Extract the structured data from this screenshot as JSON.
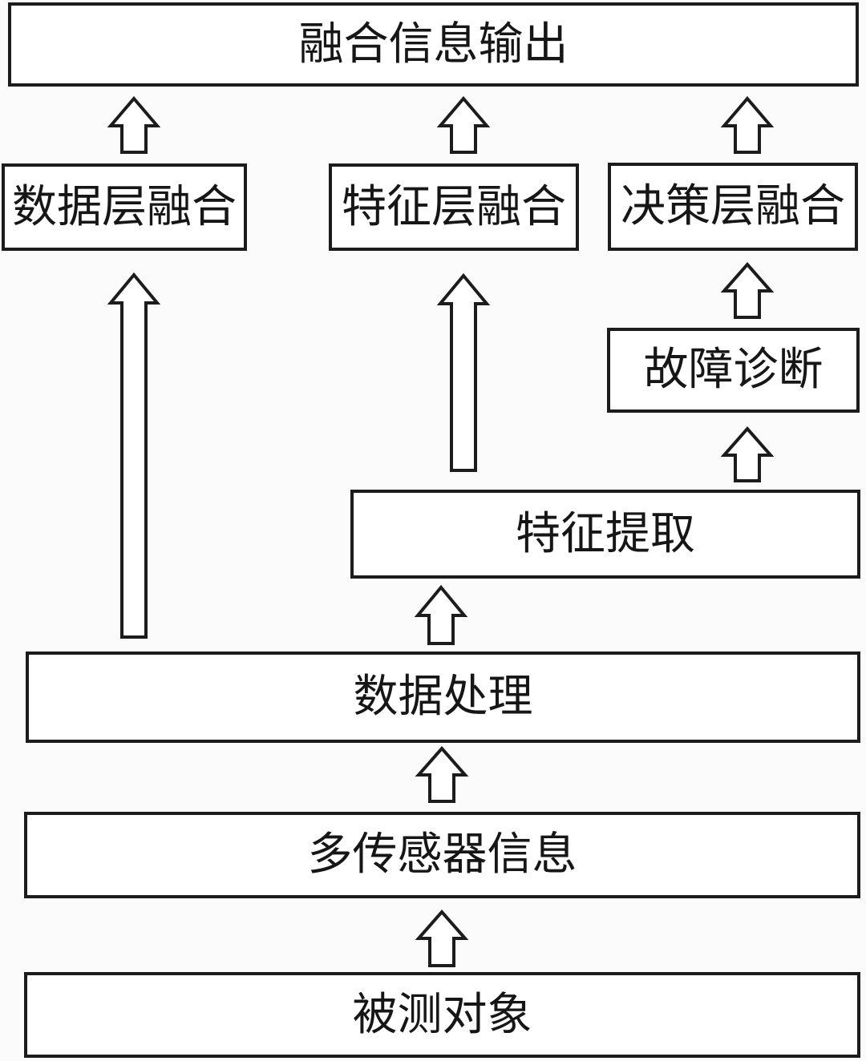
{
  "diagram": {
    "nodes": [
      {
        "id": "output",
        "label": "融合信息输出"
      },
      {
        "id": "data-layer-fusion",
        "label": "数据层融合"
      },
      {
        "id": "feature-layer-fusion",
        "label": "特征层融合"
      },
      {
        "id": "decision-layer-fusion",
        "label": "决策层融合"
      },
      {
        "id": "fault-diagnosis",
        "label": "故障诊断"
      },
      {
        "id": "feature-extraction",
        "label": "特征提取"
      },
      {
        "id": "data-processing",
        "label": "数据处理"
      },
      {
        "id": "multi-sensor-info",
        "label": "多传感器信息"
      },
      {
        "id": "measured-object",
        "label": "被测对象"
      }
    ],
    "arrows": [
      {
        "from": "data-layer-fusion",
        "to": "output"
      },
      {
        "from": "feature-layer-fusion",
        "to": "output"
      },
      {
        "from": "decision-layer-fusion",
        "to": "output"
      },
      {
        "from": "data-processing",
        "to": "data-layer-fusion"
      },
      {
        "from": "feature-extraction",
        "to": "feature-layer-fusion"
      },
      {
        "from": "fault-diagnosis",
        "to": "decision-layer-fusion"
      },
      {
        "from": "feature-extraction",
        "to": "fault-diagnosis"
      },
      {
        "from": "data-processing",
        "to": "feature-extraction"
      },
      {
        "from": "multi-sensor-info",
        "to": "data-processing"
      },
      {
        "from": "measured-object",
        "to": "multi-sensor-info"
      }
    ],
    "colors": {
      "line": "#1c1c1c",
      "box_fill": "#ffffff",
      "background": "#fbfbfb"
    }
  }
}
